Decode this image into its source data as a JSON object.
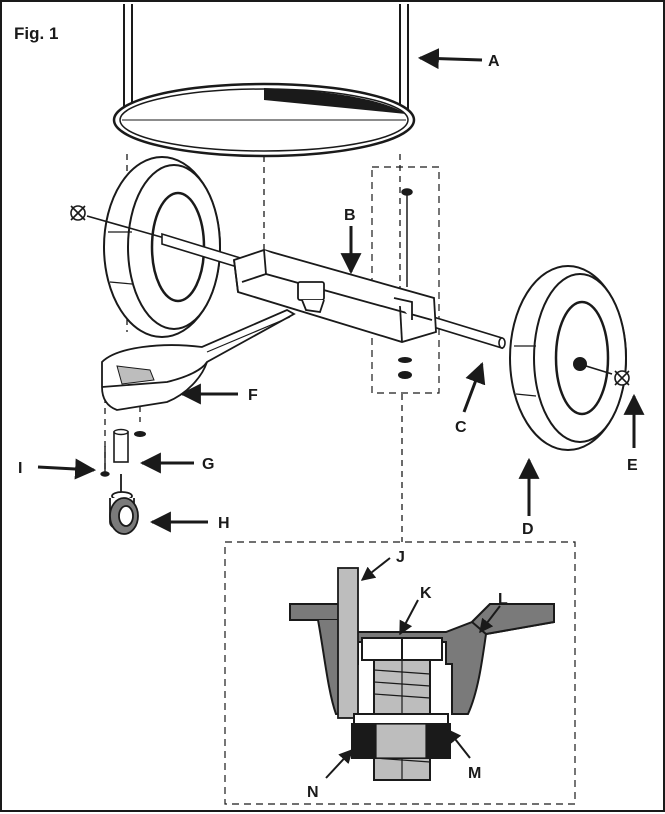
{
  "figure": {
    "title": "Fig. 1"
  },
  "callouts": [
    {
      "id": "A",
      "text": "A"
    },
    {
      "id": "B",
      "text": "B"
    },
    {
      "id": "C",
      "text": "C"
    },
    {
      "id": "D",
      "text": "D"
    },
    {
      "id": "E",
      "text": "E"
    },
    {
      "id": "F",
      "text": "F"
    },
    {
      "id": "G",
      "text": "G"
    },
    {
      "id": "H",
      "text": "H"
    },
    {
      "id": "I",
      "text": "I"
    },
    {
      "id": "J",
      "text": "J"
    },
    {
      "id": "K",
      "text": "K"
    },
    {
      "id": "L",
      "text": "L"
    },
    {
      "id": "M",
      "text": "M"
    },
    {
      "id": "N",
      "text": "N"
    }
  ],
  "colors": {
    "ink": "#1a1a1a",
    "shade": "#7a7a7a",
    "light": "#bdbdbd"
  }
}
